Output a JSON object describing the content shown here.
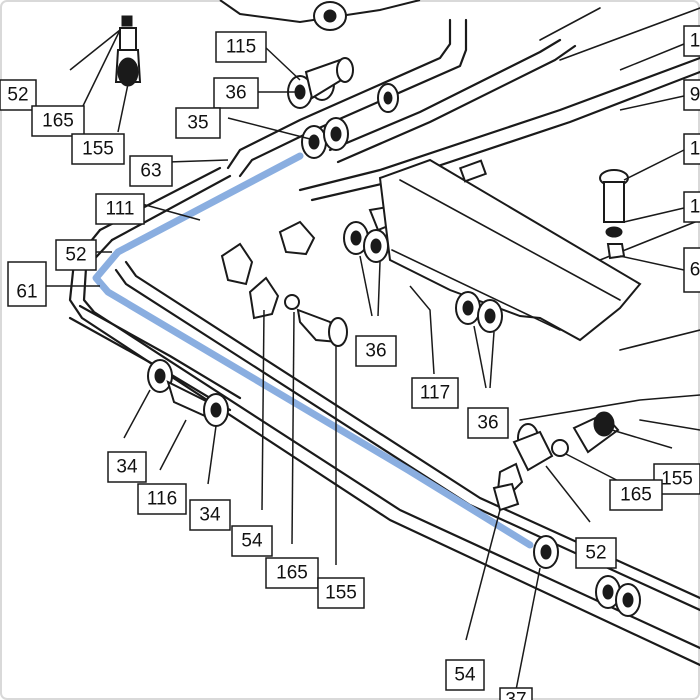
{
  "diagram": {
    "highlight_color": "#8aaee0",
    "selected_fill": "#b4cdf0",
    "selected_part": "61",
    "callouts": [
      {
        "id": "c115",
        "label": "115"
      },
      {
        "id": "c36a",
        "label": "36"
      },
      {
        "id": "c35",
        "label": "35"
      },
      {
        "id": "c52a",
        "label": "52"
      },
      {
        "id": "c165a",
        "label": "165"
      },
      {
        "id": "c155a",
        "label": "155"
      },
      {
        "id": "c63",
        "label": "63"
      },
      {
        "id": "c111",
        "label": "111"
      },
      {
        "id": "c52b",
        "label": "52"
      },
      {
        "id": "c61",
        "label": "61"
      },
      {
        "id": "c1a",
        "label": "1"
      },
      {
        "id": "c9",
        "label": "9"
      },
      {
        "id": "c1b",
        "label": "1"
      },
      {
        "id": "c1c",
        "label": "1"
      },
      {
        "id": "c6",
        "label": "6"
      },
      {
        "id": "c36b",
        "label": "36"
      },
      {
        "id": "c117",
        "label": "117"
      },
      {
        "id": "c36c",
        "label": "36"
      },
      {
        "id": "c34a",
        "label": "34"
      },
      {
        "id": "c116",
        "label": "116"
      },
      {
        "id": "c34b",
        "label": "34"
      },
      {
        "id": "c54a",
        "label": "54"
      },
      {
        "id": "c165b",
        "label": "165"
      },
      {
        "id": "c155b",
        "label": "155"
      },
      {
        "id": "c155c",
        "label": "155"
      },
      {
        "id": "c165c",
        "label": "165"
      },
      {
        "id": "c52c",
        "label": "52"
      },
      {
        "id": "c54b",
        "label": "54"
      },
      {
        "id": "c37",
        "label": "37"
      }
    ]
  }
}
